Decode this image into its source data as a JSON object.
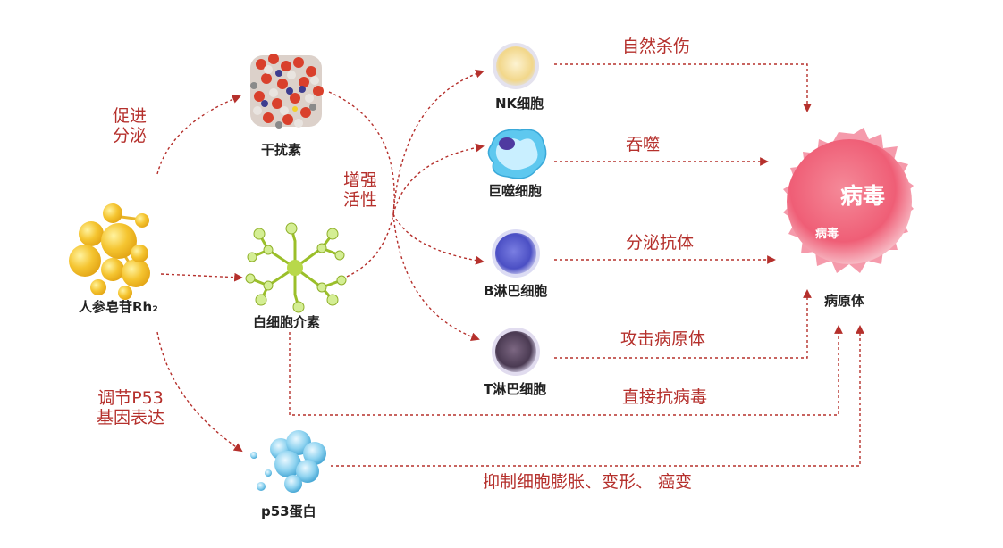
{
  "nodes": {
    "rh2": "人参皂苷Rh₂",
    "interferon": "干扰素",
    "interleukin": "白细胞介素",
    "p53": "p53蛋白",
    "nk": "NK细胞",
    "macrophage": "巨噬细胞",
    "bcell": "B淋巴细胞",
    "tcell": "T淋巴细胞",
    "pathogen": "病原体"
  },
  "virus_text": {
    "big": "病毒",
    "small": "病毒"
  },
  "edges": {
    "promote_line1": "促进",
    "promote_line2": "分泌",
    "enhance_line1": "增强",
    "enhance_line2": "活性",
    "regulate_line1": "调节P53",
    "regulate_line2": "基因表达",
    "natural_kill": "自然杀伤",
    "phagocytose": "吞噬",
    "secrete_antibody": "分泌抗体",
    "attack_pathogen": "攻击病原体",
    "direct_antivirus": "直接抗病毒",
    "inhibit": "抑制细胞膨胀、变形、 癌变"
  },
  "colors": {
    "arrow": "#b5302c",
    "label_red": "#b5302c",
    "node_text": "#222222",
    "pathogen": "#f0607a"
  },
  "icons": [
    "ginsenoside-molecule-icon",
    "interferon-protein-icon",
    "interleukin-molecule-icon",
    "p53-protein-icon",
    "nk-cell-icon",
    "macrophage-icon",
    "b-cell-icon",
    "t-cell-icon",
    "pathogen-virus-icon"
  ]
}
